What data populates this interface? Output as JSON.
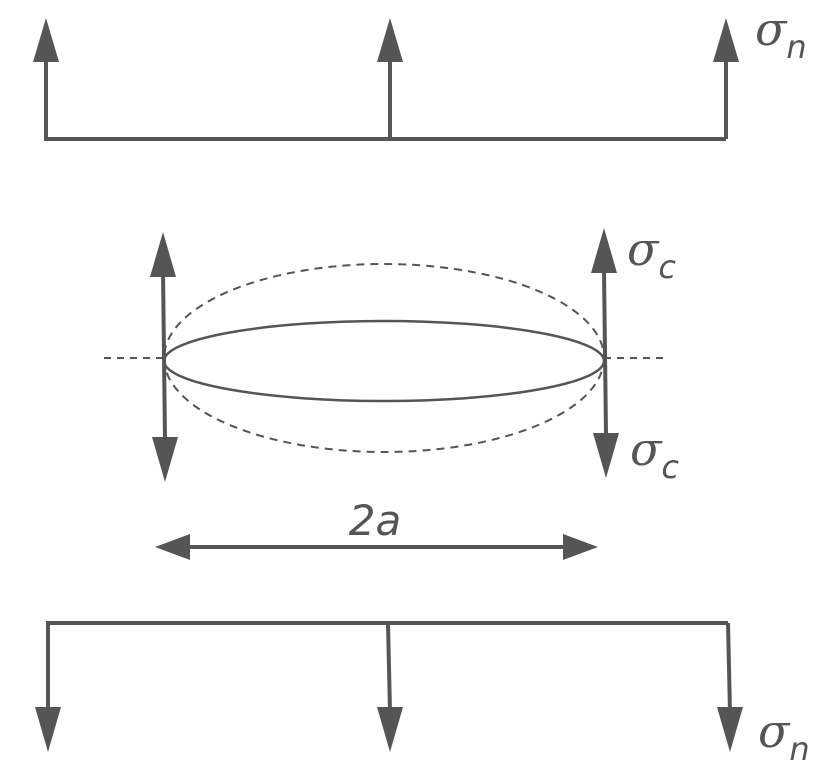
{
  "colors": {
    "stroke": "#555555",
    "background": "#ffffff"
  },
  "labels": {
    "sigma_n_top": {
      "symbol": "σ",
      "sub": "n"
    },
    "sigma_n_bottom": {
      "symbol": "σ",
      "sub": "n"
    },
    "sigma_c_top": {
      "symbol": "σ",
      "sub": "c"
    },
    "sigma_c_bottom": {
      "symbol": "σ",
      "sub": "c"
    },
    "crack_length": "2a"
  }
}
